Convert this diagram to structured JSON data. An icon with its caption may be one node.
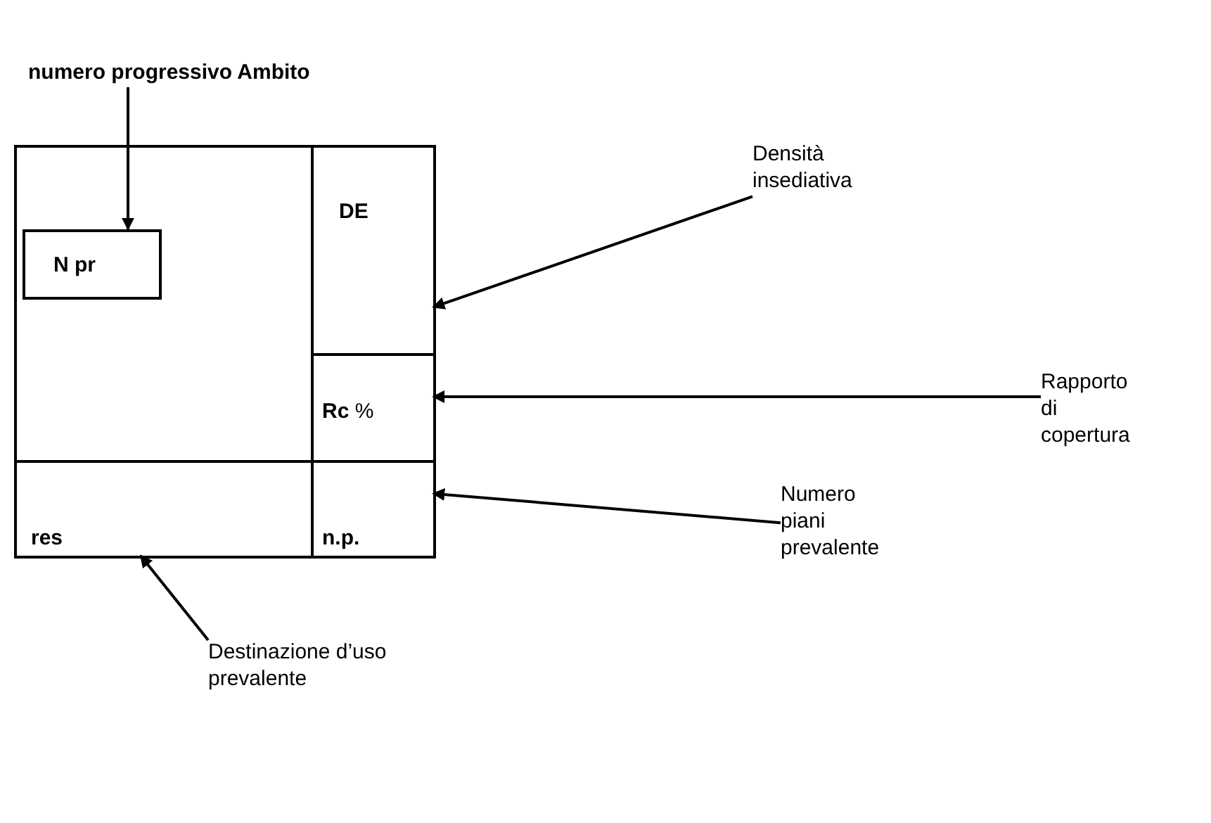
{
  "diagram": {
    "nodes": [
      {
        "text": [
          "numero progressivo Ambito"
        ]
      },
      {
        "text": [],
        "shape": "box"
      },
      {
        "text": [
          "N pr"
        ],
        "in": 1
      },
      {
        "text": [
          "DE"
        ],
        "in": 1
      },
      {
        "text": [
          "**Rc** %"
        ],
        "in": 1
      },
      {
        "text": [
          "res"
        ],
        "in": 1
      },
      {
        "text": [
          "n.p."
        ],
        "in": 1
      },
      {
        "text": [
          "Densità insediativa"
        ]
      },
      {
        "text": [
          "Rapporto di copertura"
        ]
      },
      {
        "text": [
          "Numero piani prevalente"
        ]
      },
      {
        "text": [
          "Destinazione d’uso prevalente"
        ]
      }
    ],
    "edges": [
      {
        "from": 0,
        "to": 2,
        "arrow": "to"
      },
      {
        "from": 7,
        "to": 3,
        "arrow": "to"
      },
      {
        "from": 8,
        "to": 4,
        "arrow": "to"
      },
      {
        "from": 9,
        "to": 6,
        "arrow": "to"
      },
      {
        "from": 10,
        "to": 5,
        "arrow": "to"
      }
    ]
  }
}
